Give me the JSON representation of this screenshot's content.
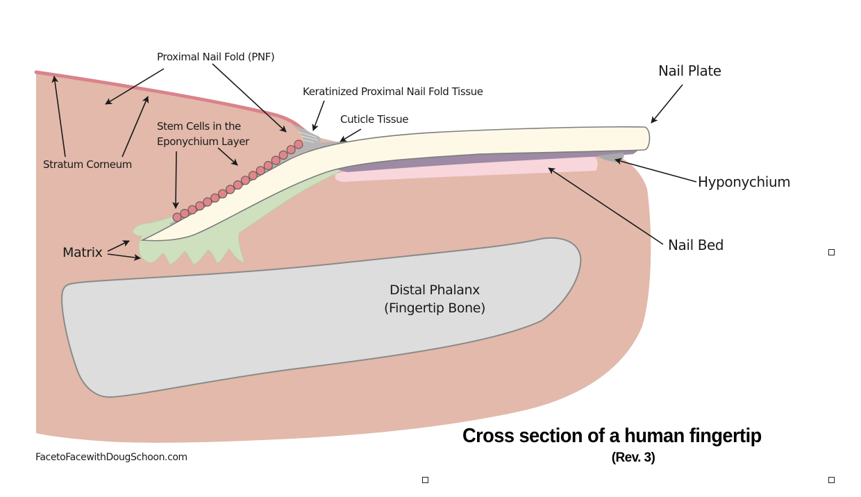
{
  "title": "Cross section of a human fingertip",
  "subtitle": "(Rev. 3)",
  "credit": "FacetoFacewithDougSchoon.com",
  "labels": {
    "proximal_nail_fold": "Proximal Nail Fold (PNF)",
    "keratinized_pnf_tissue": "Keratinized Proximal Nail Fold Tissue",
    "cuticle_tissue": "Cuticle Tissue",
    "stem_cells_line1": "Stem Cells in the",
    "stem_cells_line2": "Eponychium Layer",
    "stratum_corneum": "Stratum Corneum",
    "matrix": "Matrix",
    "nail_plate": "Nail Plate",
    "hyponychium": "Hyponychium",
    "nail_bed": "Nail Bed",
    "distal_phalanx_line1": "Distal Phalanx",
    "distal_phalanx_line2": "(Fingertip Bone)"
  },
  "colors": {
    "skin": "#e2b9aa",
    "stratum_corneum": "#d9838a",
    "nail_plate": "#fdf9e6",
    "nail_bed": "#f8d6dc",
    "hyponychium": "#a9a9ad",
    "matrix": "#cfe0bf",
    "bone": "#dddddd",
    "stem_cell": "#e0868a",
    "cuticle": "#b6b6b6",
    "outline": "#8a8a8a",
    "nail_underside": "#9d8aa4",
    "arrow": "#1a1a1a"
  },
  "stem_cell_count": 17
}
